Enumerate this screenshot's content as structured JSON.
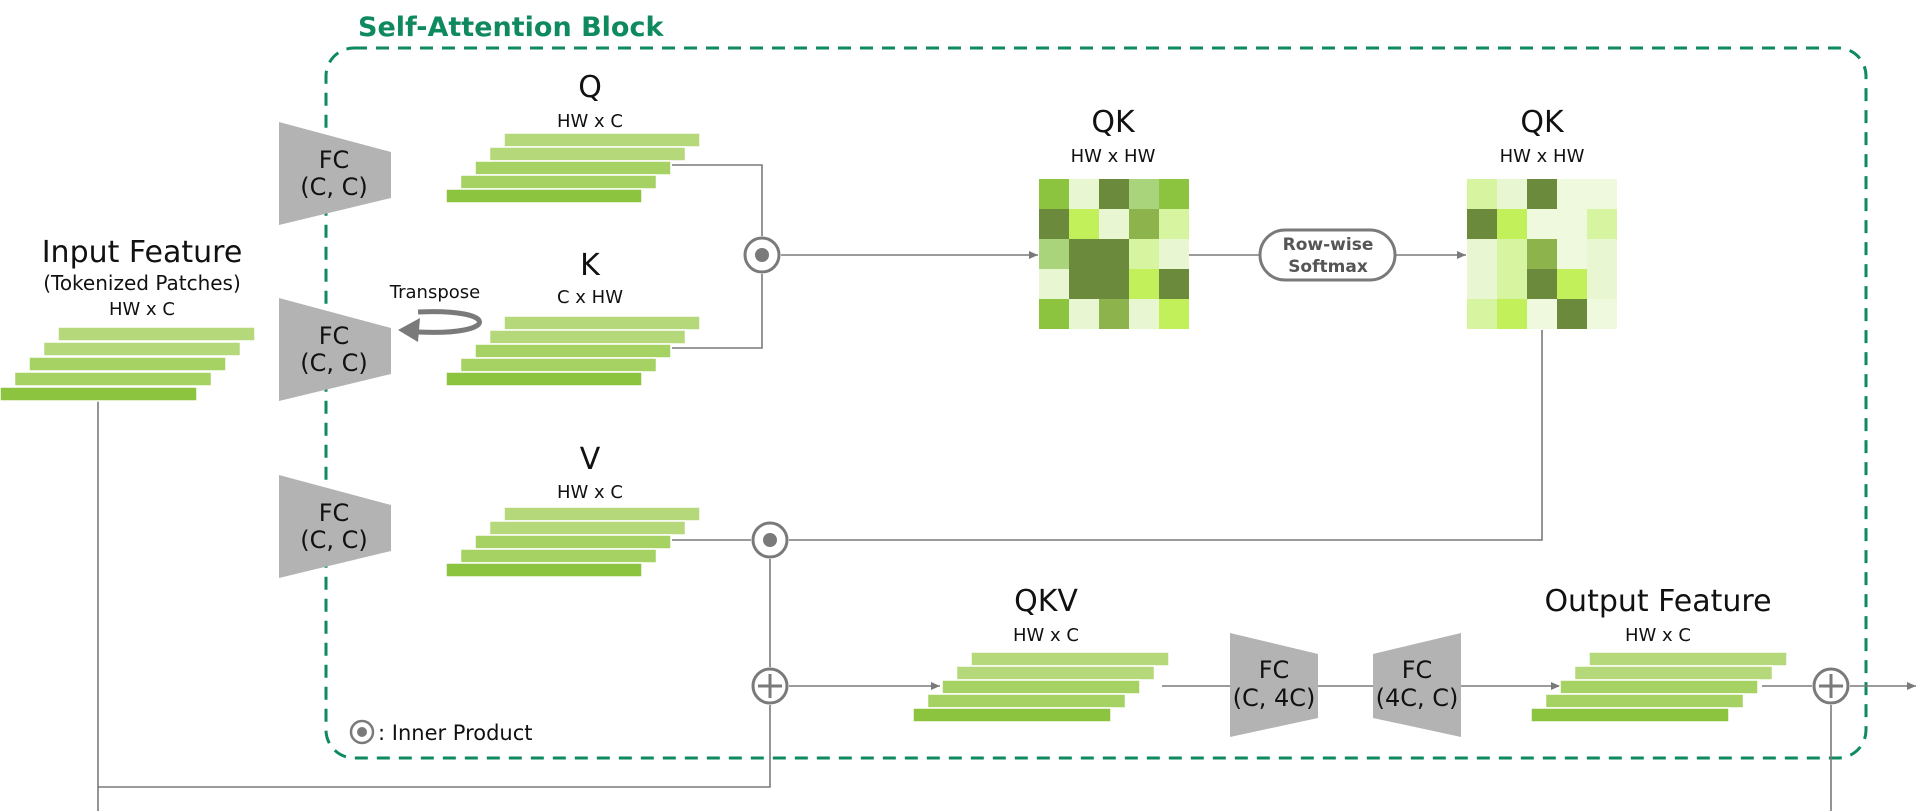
{
  "block": {
    "title": "Self-Attention Block",
    "border_color": "#0f8a5f"
  },
  "input": {
    "title": "Input Feature",
    "subtitle": "(Tokenized Patches)",
    "dims": "HW x C"
  },
  "q": {
    "title": "Q",
    "dims": "HW x C"
  },
  "k": {
    "title": "K",
    "dims": "C x HW"
  },
  "v": {
    "title": "V",
    "dims": "HW x C"
  },
  "qk1": {
    "title": "QK",
    "dims": "HW x HW"
  },
  "qk2": {
    "title": "QK",
    "dims": "HW x HW"
  },
  "qkv": {
    "title": "QKV",
    "dims": "HW x C"
  },
  "output": {
    "title": "Output Feature",
    "dims": "HW x C"
  },
  "fc": {
    "q": {
      "line1": "FC",
      "line2": "(C, C)"
    },
    "k": {
      "line1": "FC",
      "line2": "(C, C)"
    },
    "v": {
      "line1": "FC",
      "line2": "(C, C)"
    },
    "expand": {
      "line1": "FC",
      "line2": "(C, 4C)"
    },
    "reduce": {
      "line1": "FC",
      "line2": "(4C, C)"
    }
  },
  "transpose_label": "Transpose",
  "softmax": {
    "line1": "Row-wise",
    "line2": "Softmax"
  },
  "legend": {
    "label": ": Inner Product"
  },
  "palette": {
    "layer_light": "#b5d97a",
    "layer_mid": "#a6d163",
    "layer_base": "#8cc43f",
    "operator": "#7a7a7a",
    "fc_fill": "#b3b3b3"
  },
  "matrix_colors": {
    "qk_before": [
      [
        "#8cc43f",
        "#e8f7d2",
        "#6b8a3c",
        "#a9d47c",
        "#8cc43f"
      ],
      [
        "#6b8a3c",
        "#c2f05b",
        "#e8f7d2",
        "#8db44c",
        "#d7f4a0"
      ],
      [
        "#a9d47c",
        "#6b8a3c",
        "#6b8a3c",
        "#d7f4a0",
        "#e8f7d2"
      ],
      [
        "#e8f7d2",
        "#6b8a3c",
        "#6b8a3c",
        "#c2f05b",
        "#6b8a3c"
      ],
      [
        "#8cc43f",
        "#e8f7d2",
        "#8db44c",
        "#e8f7d2",
        "#c2f05b"
      ]
    ],
    "qk_after": [
      [
        "#d7f4a0",
        "#e8f7d2",
        "#6b8a3c",
        "#eef9dd",
        "#eef9dd"
      ],
      [
        "#6b8a3c",
        "#c2f05b",
        "#eef9dd",
        "#eef9dd",
        "#d7f4a0"
      ],
      [
        "#e8f7d2",
        "#d7f4a0",
        "#8db44c",
        "#eef9dd",
        "#e8f7d2"
      ],
      [
        "#e8f7d2",
        "#d7f4a0",
        "#6b8a3c",
        "#c2f05b",
        "#e8f7d2"
      ],
      [
        "#d7f4a0",
        "#c2f05b",
        "#eef9dd",
        "#6b8a3c",
        "#eef9dd"
      ]
    ]
  }
}
